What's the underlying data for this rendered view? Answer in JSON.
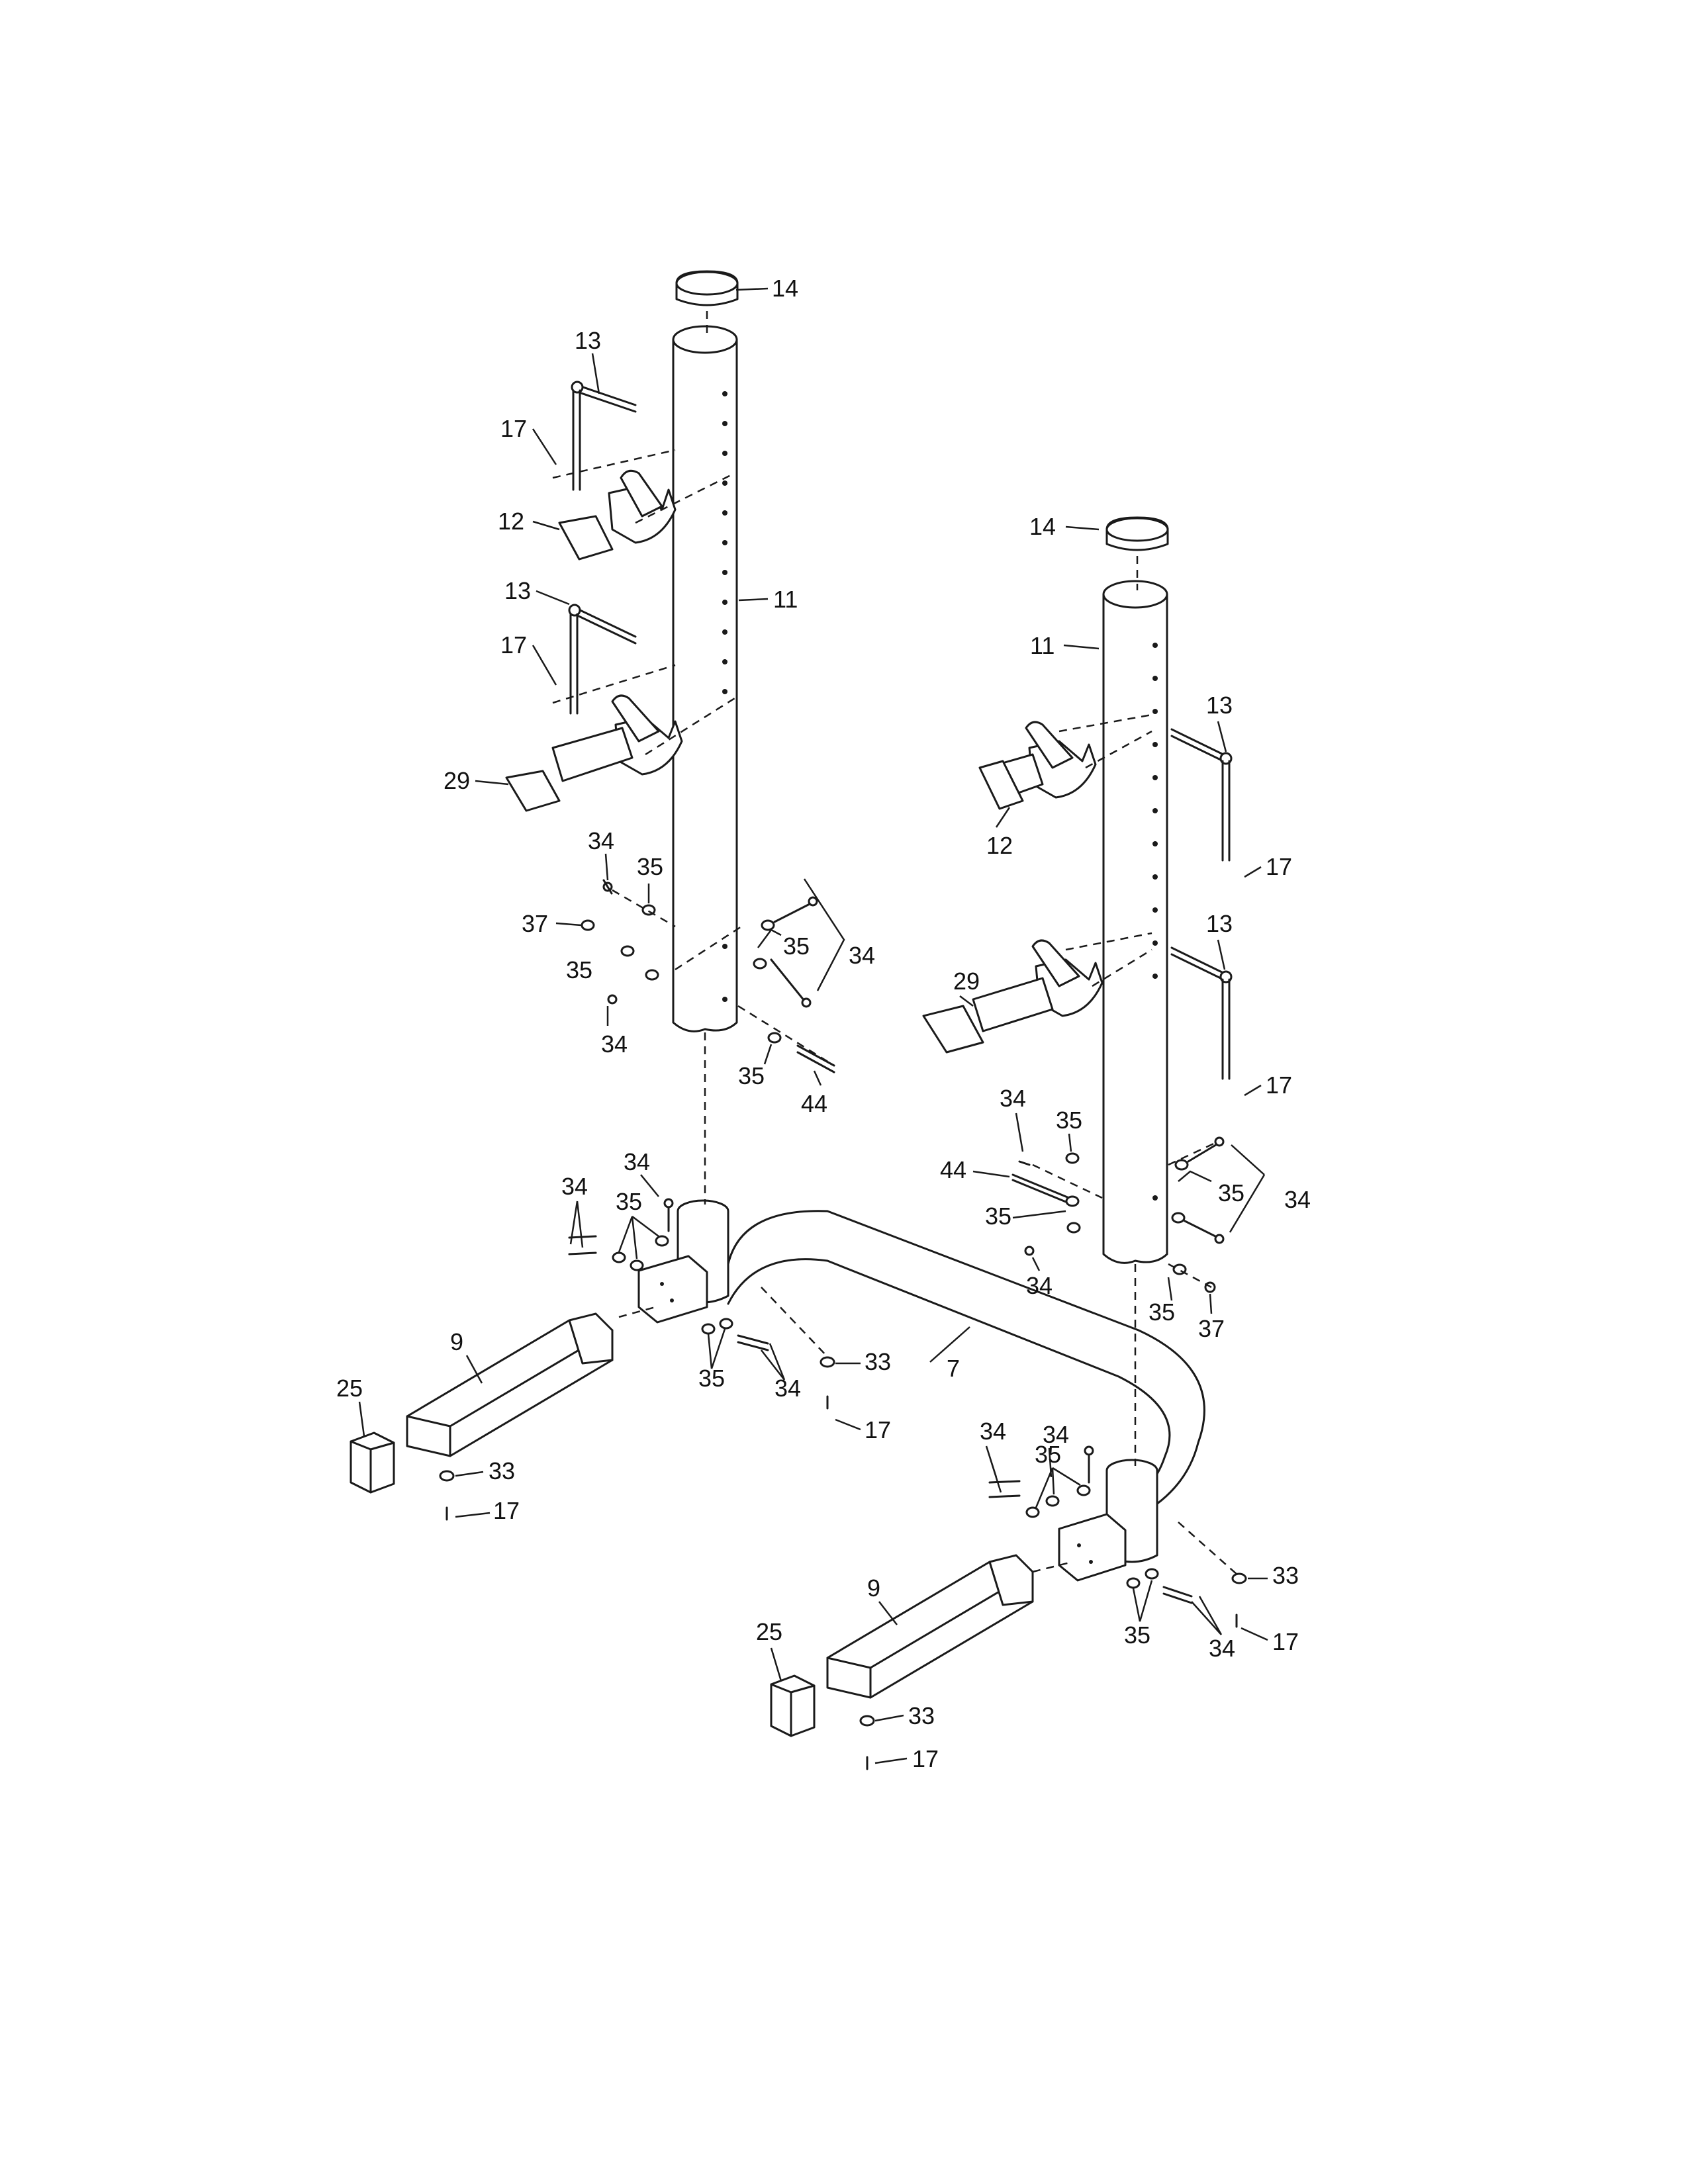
{
  "callouts": [
    {
      "id": "c14a",
      "text": "14"
    },
    {
      "id": "c13a",
      "text": "13"
    },
    {
      "id": "c17a",
      "text": "17"
    },
    {
      "id": "c12a",
      "text": "12"
    },
    {
      "id": "c13b",
      "text": "13"
    },
    {
      "id": "c11a",
      "text": "11"
    },
    {
      "id": "c17b",
      "text": "17"
    },
    {
      "id": "c29a",
      "text": "29"
    },
    {
      "id": "c34a",
      "text": "34"
    },
    {
      "id": "c35a",
      "text": "35"
    },
    {
      "id": "c37a",
      "text": "37"
    },
    {
      "id": "c35b",
      "text": "35"
    },
    {
      "id": "c34b",
      "text": "34"
    },
    {
      "id": "c35c",
      "text": "35"
    },
    {
      "id": "c34c",
      "text": "34"
    },
    {
      "id": "c35d",
      "text": "35"
    },
    {
      "id": "c44a",
      "text": "44"
    },
    {
      "id": "c14b",
      "text": "14"
    },
    {
      "id": "c11b",
      "text": "11"
    },
    {
      "id": "c13c",
      "text": "13"
    },
    {
      "id": "c12b",
      "text": "12"
    },
    {
      "id": "c17c",
      "text": "17"
    },
    {
      "id": "c13d",
      "text": "13"
    },
    {
      "id": "c29b",
      "text": "29"
    },
    {
      "id": "c17d",
      "text": "17"
    },
    {
      "id": "c34d",
      "text": "34"
    },
    {
      "id": "c35e",
      "text": "35"
    },
    {
      "id": "c44b",
      "text": "44"
    },
    {
      "id": "c35f",
      "text": "35"
    },
    {
      "id": "c34e",
      "text": "34"
    },
    {
      "id": "c35g",
      "text": "35"
    },
    {
      "id": "c34f",
      "text": "34"
    },
    {
      "id": "c35h",
      "text": "35"
    },
    {
      "id": "c37b",
      "text": "37"
    },
    {
      "id": "c34g",
      "text": "34"
    },
    {
      "id": "c34h",
      "text": "34"
    },
    {
      "id": "c35i",
      "text": "35"
    },
    {
      "id": "c9a",
      "text": "9"
    },
    {
      "id": "c25a",
      "text": "25"
    },
    {
      "id": "c33a",
      "text": "33"
    },
    {
      "id": "c17e",
      "text": "17"
    },
    {
      "id": "c35j",
      "text": "35"
    },
    {
      "id": "c34i",
      "text": "34"
    },
    {
      "id": "c33b",
      "text": "33"
    },
    {
      "id": "c17f",
      "text": "17"
    },
    {
      "id": "c7",
      "text": "7"
    },
    {
      "id": "c34j",
      "text": "34"
    },
    {
      "id": "c34k",
      "text": "34"
    },
    {
      "id": "c35k",
      "text": "35"
    },
    {
      "id": "c33c",
      "text": "33"
    },
    {
      "id": "c17g",
      "text": "17"
    },
    {
      "id": "c9b",
      "text": "9"
    },
    {
      "id": "c35l",
      "text": "35"
    },
    {
      "id": "c34l",
      "text": "34"
    },
    {
      "id": "c25b",
      "text": "25"
    },
    {
      "id": "c33d",
      "text": "33"
    },
    {
      "id": "c17h",
      "text": "17"
    }
  ]
}
